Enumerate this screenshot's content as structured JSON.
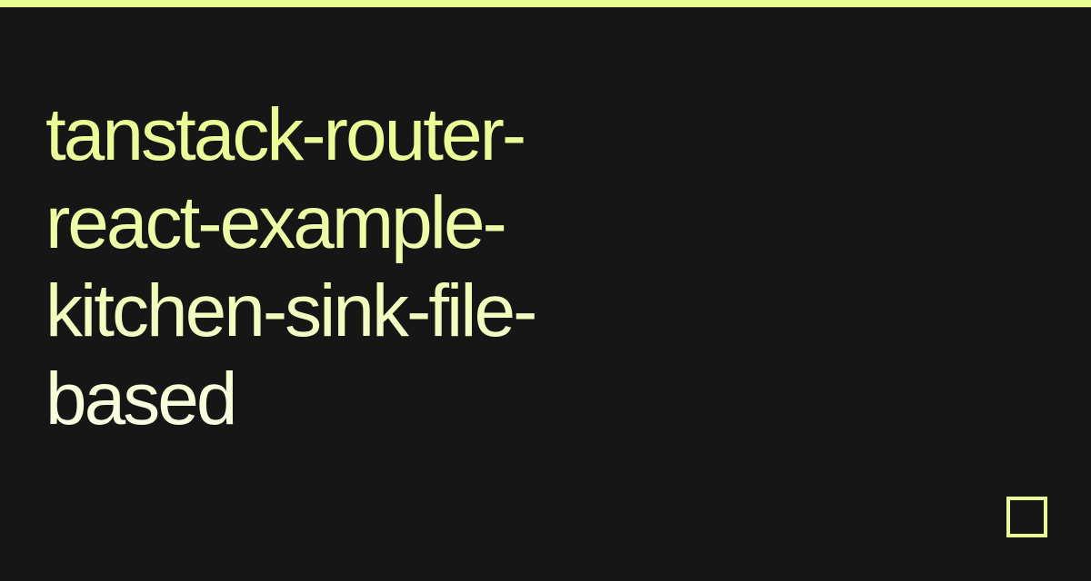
{
  "accent_color": "#e9fc94",
  "background_color": "#161616",
  "title": {
    "full": "tanstack-router-react-example-kitchen-sink-file-based",
    "lines": [
      "tanstack-router-",
      "react-example-",
      "kitchen-sink-file-",
      "based"
    ]
  },
  "icons": {
    "corner_logo": "outlined-square-icon"
  }
}
